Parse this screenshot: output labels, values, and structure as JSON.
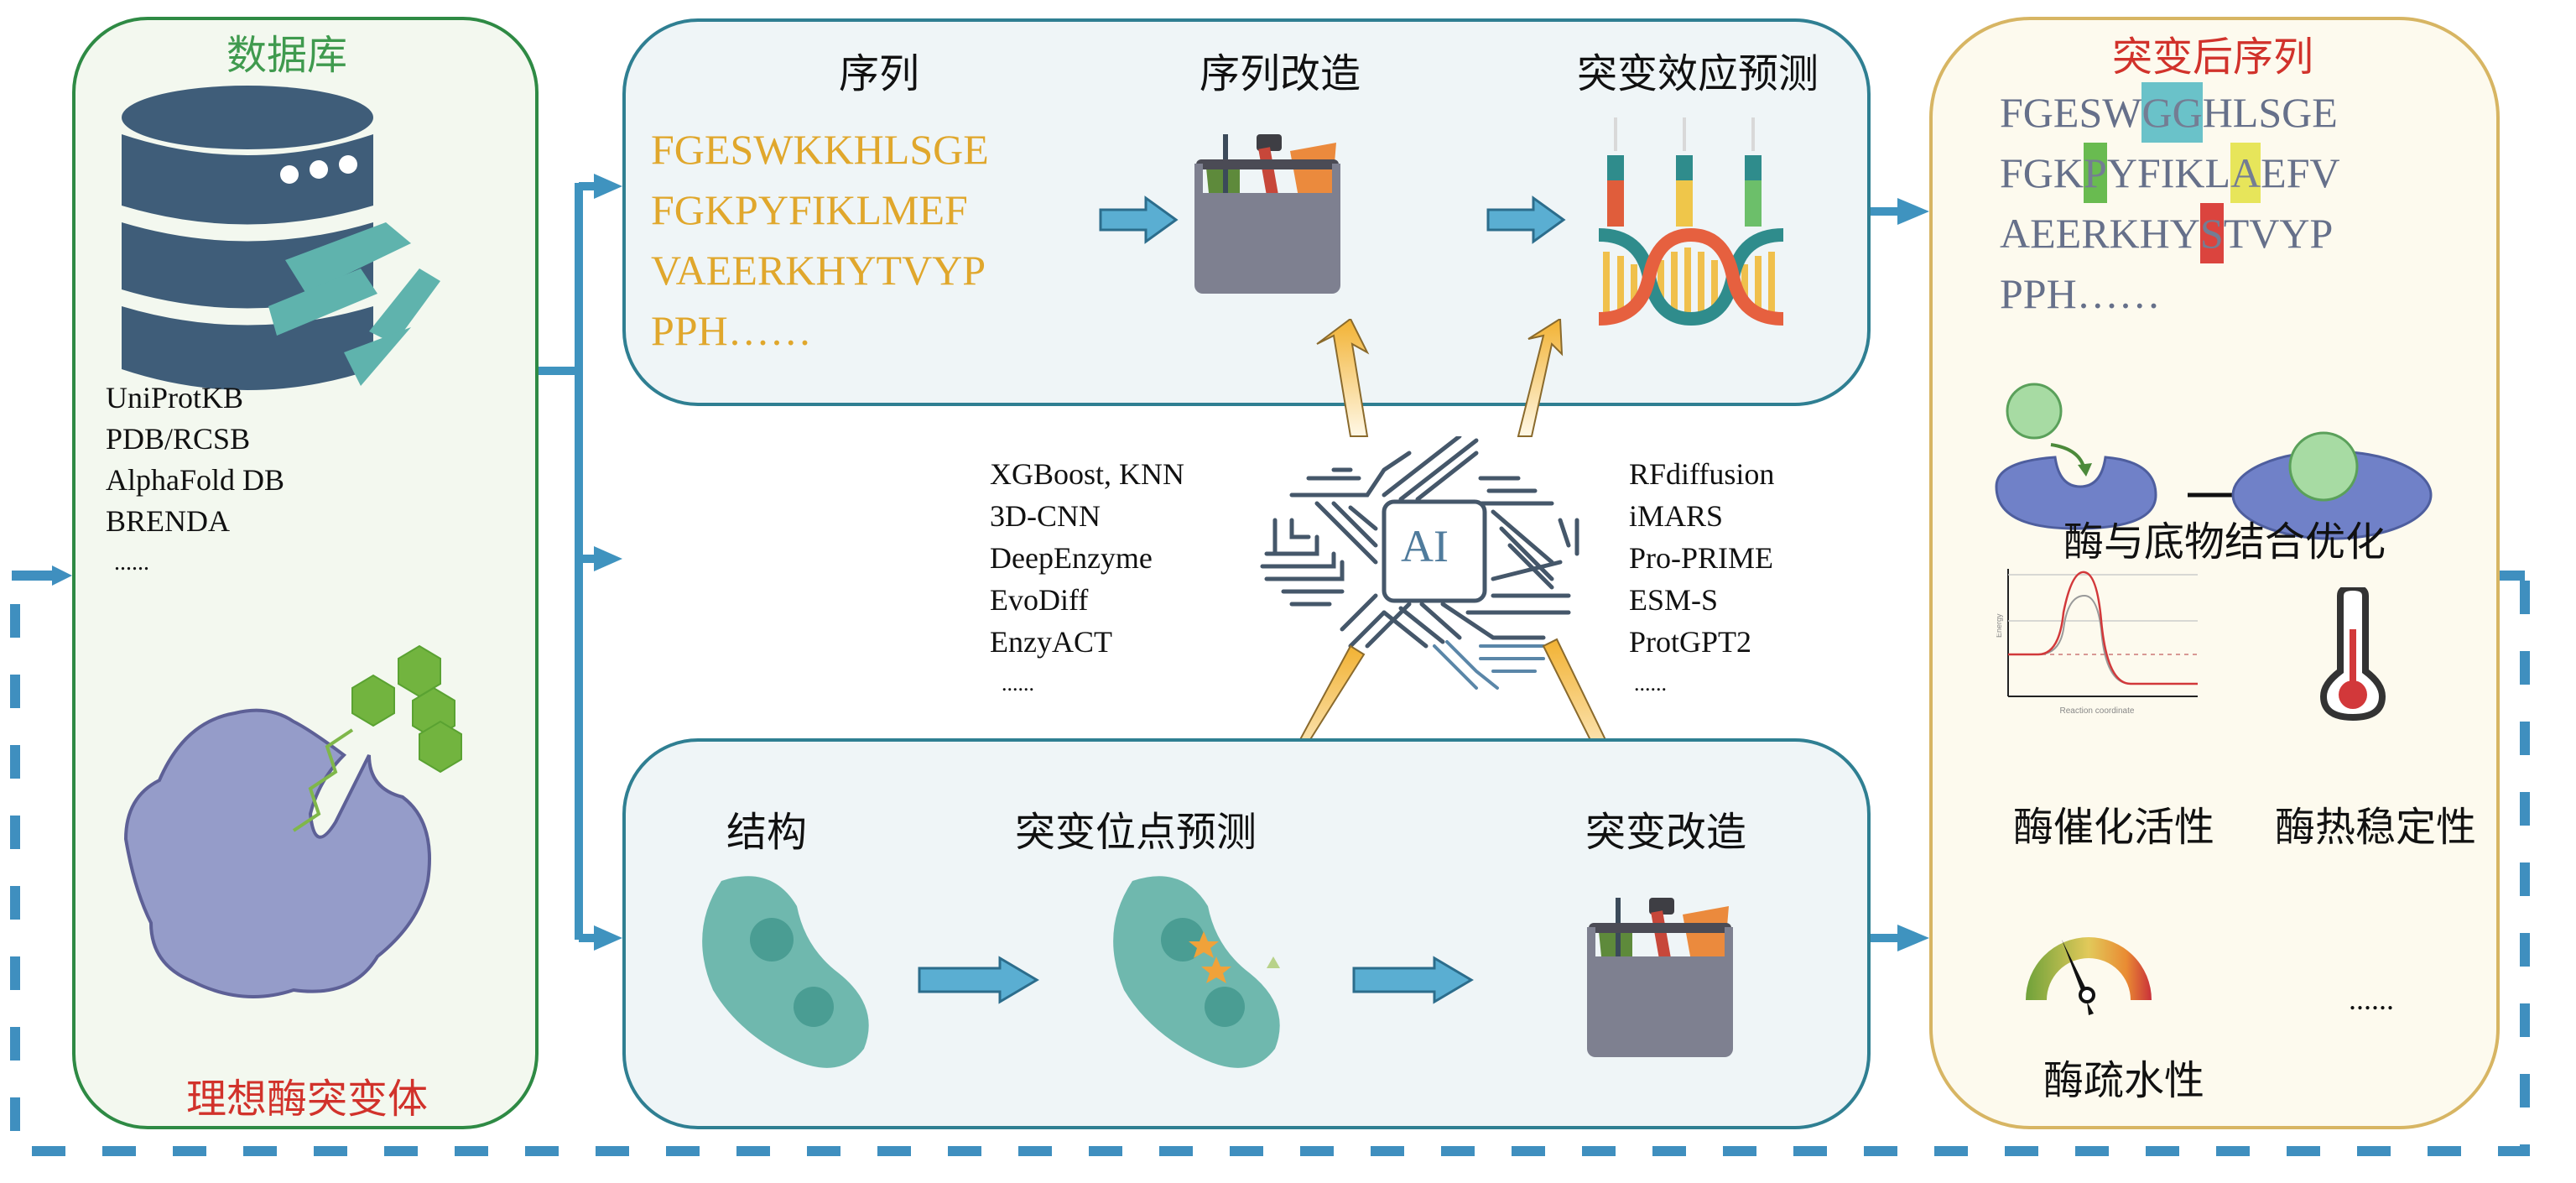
{
  "database_panel": {
    "title": "数据库",
    "sources": [
      "UniProtKB",
      "PDB/RCSB",
      "AlphaFold DB",
      "BRENDA",
      "......"
    ],
    "icon": "database-dna-icon",
    "target_label": "理想酶突变体",
    "target_icon": "enzyme-substrate-icon"
  },
  "sequence_panel": {
    "steps": [
      {
        "label": "序列",
        "icon": "sequence-text"
      },
      {
        "label": "序列改造",
        "icon": "toolbox-icon"
      },
      {
        "label": "突变效应预测",
        "icon": "dna-syringe-icon"
      }
    ],
    "sequence_lines": [
      "FGESWKKHLSGE",
      "FGKPYFIKLMEF",
      "VAEERKHYTVYP",
      "PPH……"
    ]
  },
  "structure_panel": {
    "steps": [
      {
        "label": "结构",
        "icon": "protein-structure-icon"
      },
      {
        "label": "突变位点预测",
        "icon": "mutation-site-icon"
      },
      {
        "label": "突变改造",
        "icon": "toolbox-icon"
      }
    ]
  },
  "ai_hub": {
    "label": "AI",
    "icon": "circuit-brain-icon",
    "left_models": [
      "XGBoost,  KNN",
      "3D-CNN",
      "DeepEnzyme",
      "EvoDiff",
      "EnzyACT",
      "......"
    ],
    "right_models": [
      "RFdiffusion",
      "iMARS",
      "Pro-PRIME",
      "ESM-S",
      "ProtGPT2",
      "......"
    ]
  },
  "result_panel": {
    "title": "突变后序列",
    "mutated_sequence": [
      [
        {
          "t": "FGESW"
        },
        {
          "t": "GG",
          "hl": "#5bbcc6"
        },
        {
          "t": "HLSGE"
        }
      ],
      [
        {
          "t": "FGK"
        },
        {
          "t": "P",
          "hl": "#5ab53f"
        },
        {
          "t": "YFIKL"
        },
        {
          "t": "A",
          "hl": "#e5e34a"
        },
        {
          "t": "EFV"
        }
      ],
      [
        {
          "t": "AEERKHY"
        },
        {
          "t": "S",
          "hl": "#d8312c"
        },
        {
          "t": "TVYP"
        }
      ],
      [
        {
          "t": "PPH……"
        }
      ]
    ],
    "properties": [
      {
        "label": "酶与底物结合优化",
        "icon": "enzyme-binding-icon"
      },
      {
        "label": "酶催化活性",
        "icon": "energy-profile-icon"
      },
      {
        "label": "酶热稳定性",
        "icon": "thermometer-icon"
      },
      {
        "label": "酶疏水性",
        "icon": "gauge-icon"
      },
      {
        "label": "......",
        "icon": ""
      }
    ],
    "energy_chart": {
      "ylabel": "Energy",
      "xlabel": "Reaction coordinate"
    }
  },
  "colors": {
    "flow_arrow": "#3f93bf",
    "ai_arrow": "#f0b642",
    "db_border": "#2e8a44",
    "mid_border": "#2f7f92",
    "result_border": "#d7b563"
  }
}
